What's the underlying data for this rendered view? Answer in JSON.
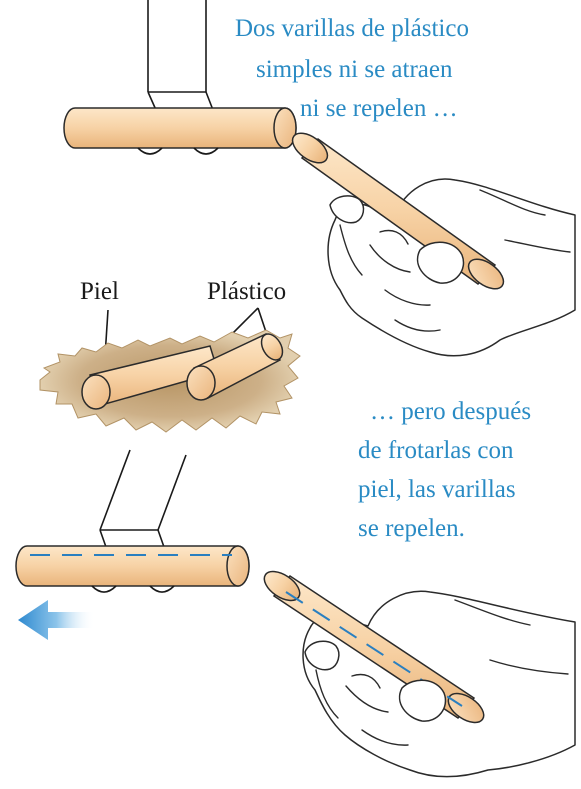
{
  "captions": {
    "top_line1": "Dos varillas de plástico",
    "top_line2": "simples ni se atraen",
    "top_line3": "ni se repelen …",
    "bottom_line1": "… pero después",
    "bottom_line2": "de frotarlas con",
    "bottom_line3": "piel, las varillas",
    "bottom_line4": "se repelen."
  },
  "labels": {
    "fur": "Piel",
    "plastic": "Plástico"
  },
  "colors": {
    "caption_text": "#2a8bc4",
    "rod_fill": "#f8d9b0",
    "charge_dash": "#2a7fc0",
    "fur": "#c8a97a",
    "arrow": "#3f97d6"
  }
}
